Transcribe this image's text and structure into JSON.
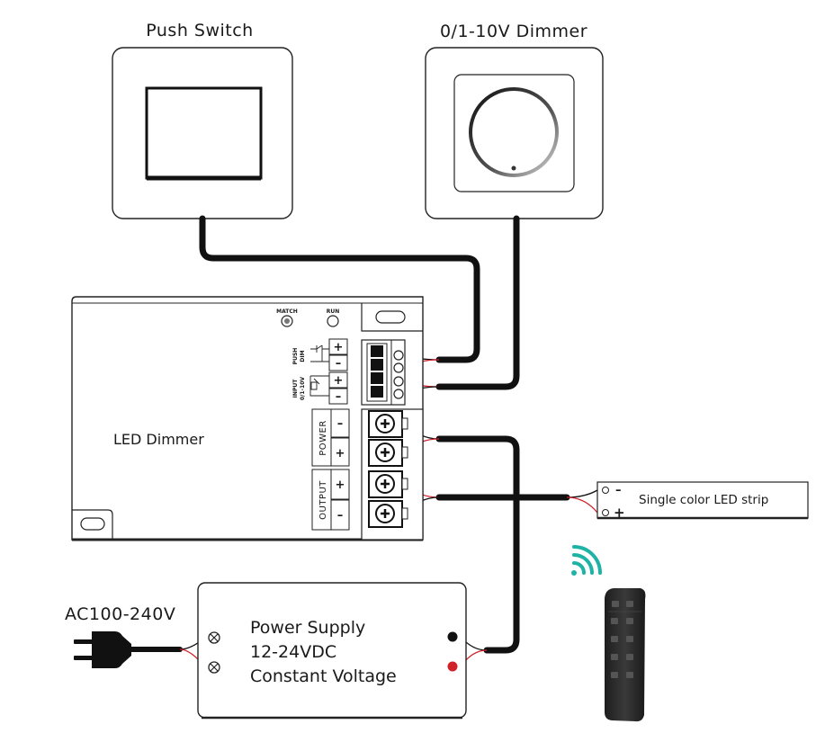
{
  "labels": {
    "push_switch": "Push Switch",
    "dimmer": "0/1-10V Dimmer",
    "led_dimmer": "LED Dimmer",
    "match": "MATCH",
    "run": "RUN",
    "push_dim_1": "PUSH",
    "push_dim_2": "DIM",
    "input_1": "INPUT",
    "input_2": "0/1-10V",
    "power": "POWER",
    "output": "OUTPUT",
    "led_strip": "Single color LED strip",
    "ac": "AC100-240V",
    "ps_line1": "Power Supply",
    "ps_line2": "12-24VDC",
    "ps_line3": "Constant Voltage"
  },
  "signs": {
    "plus": "+",
    "minus": "–"
  },
  "colors": {
    "wire_black": "#111111",
    "wire_red": "#d0202a",
    "wifi": "#1fb3a6",
    "remote": "#2a2a2a"
  }
}
